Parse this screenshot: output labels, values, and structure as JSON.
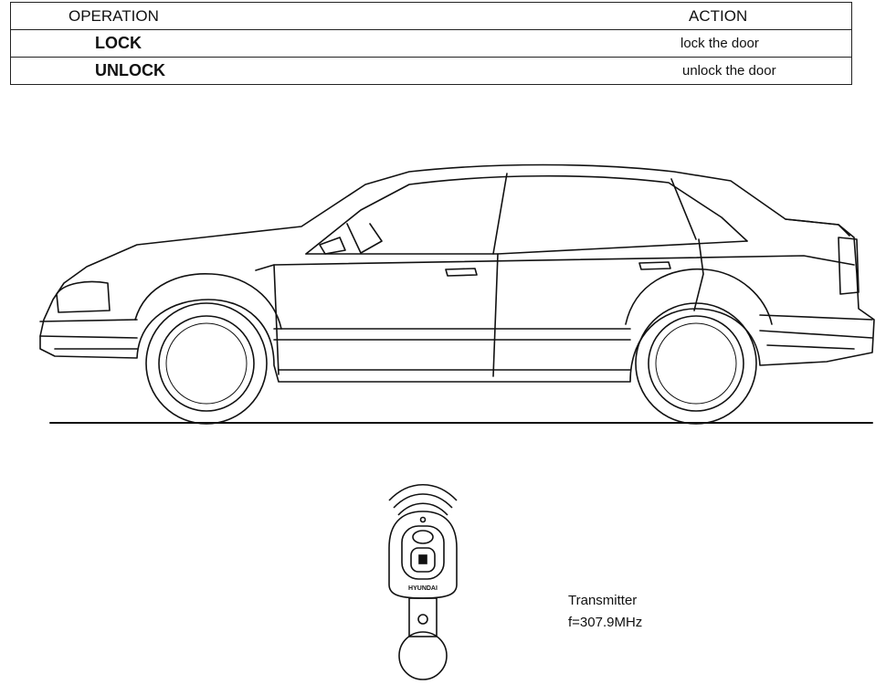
{
  "table": {
    "header": {
      "operation": "OPERATION",
      "action": "ACTION"
    },
    "rows": [
      {
        "operation": "LOCK",
        "action": "lock the door"
      },
      {
        "operation": "UNLOCK",
        "action": "unlock the door"
      }
    ]
  },
  "transmitter": {
    "title": "Transmitter",
    "frequency": "f=307.9MHz",
    "brand": "HYUNDAI"
  }
}
